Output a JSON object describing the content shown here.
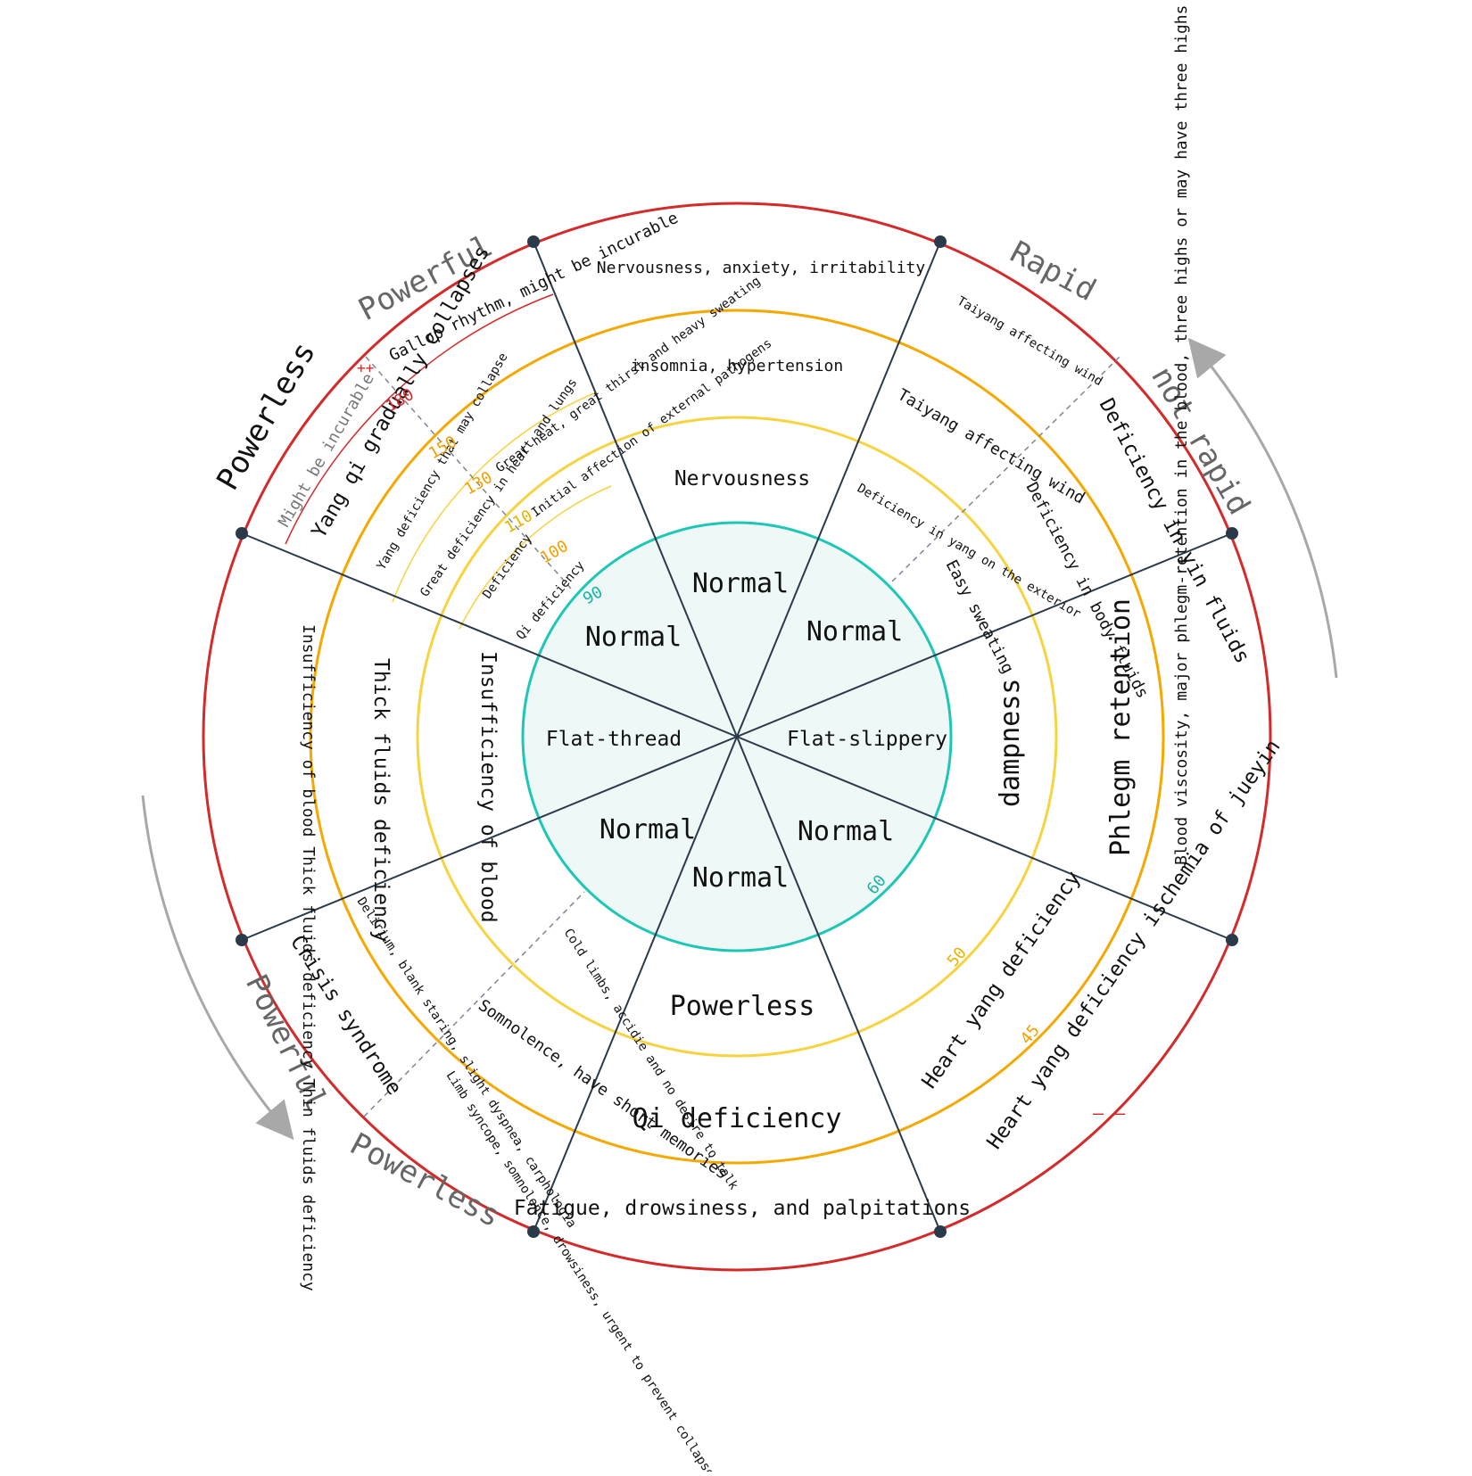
{
  "colors": {
    "outer_ring": "#d42a2a",
    "orange_ring": "#f5a800",
    "yellow_ring": "#f8d340",
    "teal_ring": "#1ec7b5",
    "teal_fill": "#eef8f7",
    "sector_line": "#2b3a4a",
    "arrow": "#a8a8a8",
    "num_red": "#d42a2a",
    "num_orange": "#f0a000",
    "num_yellow": "#e8b400",
    "num_teal": "#1ab3a3"
  },
  "outer_labels": {
    "powerful_top": "Powerful",
    "powerless_top": "Powerless",
    "rapid": "Rapid",
    "not_rapid": "not rapid",
    "powerful_bottom": "Powerful",
    "powerless_bottom": "Powerless"
  },
  "sectors": {
    "top": {
      "outer": "Nervousness, anxiety, irritability",
      "ring2": "insomnia, hypertension",
      "ring3": "Nervousness",
      "core": "Normal"
    },
    "upper_right": {
      "outer": "Taiyang affecting wind",
      "ring2": "Taiyang affecting wind",
      "ring3": "Deficiency in yang on the exterior",
      "core": "Normal",
      "outer_b": "Deficiency in yin fluids",
      "ring2_b": "Deficiency in body fluids",
      "ring3_b": "Easy sweating"
    },
    "right": {
      "outer": "Blood viscosity, major phlegm-retention in the blood, three highs or may have three highs",
      "ring2": "Phlegm retention",
      "ring3": "dampness",
      "core": "Flat-slippery"
    },
    "lower_right": {
      "outer": "Heart yang deficiency ischemia of jueyin",
      "ring2": "Heart yang deficiency",
      "core": "Normal"
    },
    "bottom": {
      "outer": "Fatigue, drowsiness, and palpitations",
      "ring2": "Qi deficiency",
      "ring3": "Powerless",
      "core": "Normal"
    },
    "lower_left": {
      "outer": "Crisis syndrome",
      "outer_b": "Limb syncope, somnolence, drowsiness, urgent to prevent collapse",
      "ring2": "Delirium, blank staring, slight dyspnea, carphologia",
      "ring2_b": "Somnolence, have short memories",
      "ring3": "Cold limbs, accidie and no desire to talk",
      "core": "Normal"
    },
    "left": {
      "outer": "Insufficiency of blood Thick fluids deficiency Thin fluids deficiency",
      "ring2": "Thick fluids deficiency",
      "ring3": "Insufficiency of blood",
      "core": "Flat-thread"
    },
    "upper_left": {
      "outer_a": "Gallop rhythm, might be incurable",
      "outer_b": "Might be incurable",
      "outer_c": "Yang qi gradually collapses",
      "ring2_a": "Yang deficiency that may collapse",
      "ring2_b": "Great deficiency in heart and lungs",
      "ring3_a": "Great heat, great thirst and heavy sweating",
      "ring3_b": "Initial affection of external pathogens",
      "ring3_c": "Deficiency",
      "ring3_d": "Qi deficiency",
      "core": "Normal"
    }
  },
  "marks": {
    "plus": "++",
    "minus": "– –",
    "n180": "180",
    "n150": "150",
    "n130": "130",
    "n110": "110",
    "n100": "100",
    "n90": "90",
    "n60": "60",
    "n50": "50",
    "n45": "45"
  }
}
